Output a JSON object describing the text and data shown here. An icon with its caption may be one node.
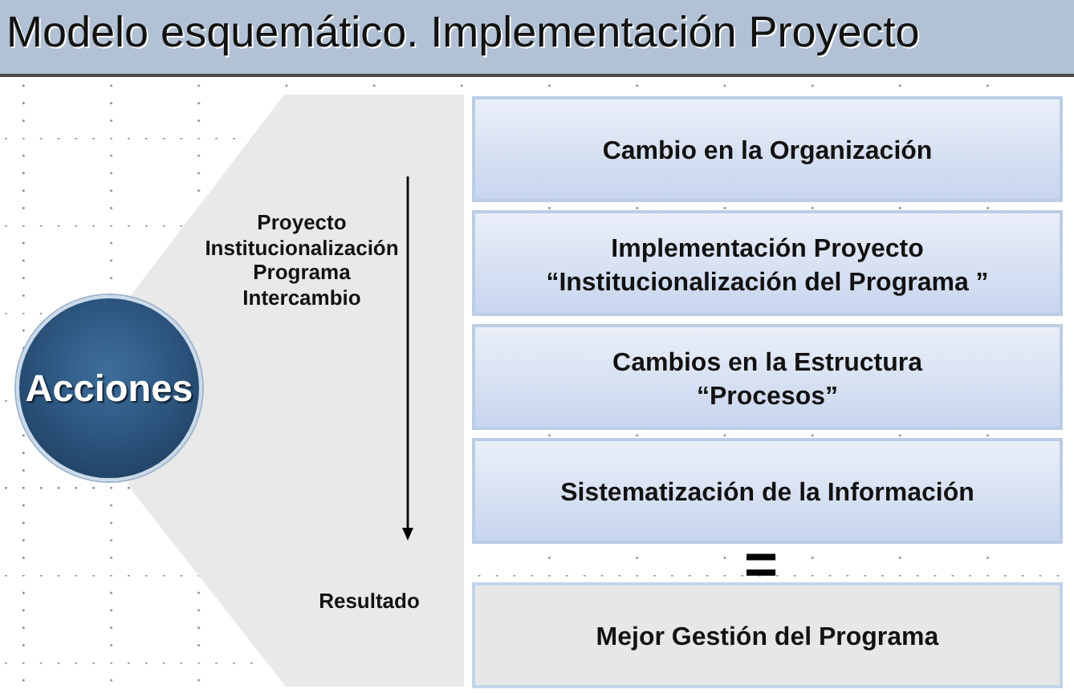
{
  "diagram": {
    "title": "Modelo esquemático. Implementación Proyecto",
    "nodes": [
      {
        "text": [
          "Acciones"
        ]
      },
      {
        "text": [
          "Proyecto Institucionalización Programa Intercambio",
          "Resultado"
        ]
      },
      {
        "text": [
          "Cambio en la Organización"
        ]
      },
      {
        "text": [
          "Implementación Proyecto “Institucionalización del Programa ”"
        ]
      },
      {
        "text": [
          "Cambios en la Estructura “Procesos”"
        ]
      },
      {
        "text": [
          "Sistematización de la Información"
        ]
      },
      {
        "text": [
          "Mejor Gestión del Programa"
        ]
      }
    ],
    "labels": [
      "="
    ]
  }
}
